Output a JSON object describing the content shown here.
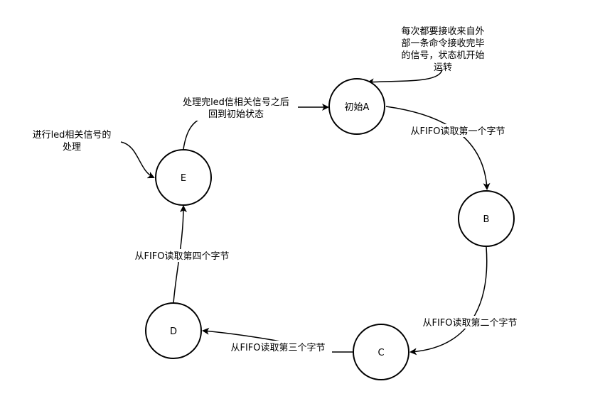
{
  "diagram": {
    "nodes": {
      "a": {
        "label": "初始A"
      },
      "b": {
        "label": "B"
      },
      "c": {
        "label": "C"
      },
      "d": {
        "label": "D"
      },
      "e": {
        "label": "E"
      }
    },
    "edges": {
      "a_to_b": {
        "label": "从FIFO读取第一个字节"
      },
      "b_to_c": {
        "label": "从FIFO读取第二个字节"
      },
      "c_to_d": {
        "label": "从FIFO读取第三个字节"
      },
      "d_to_e": {
        "label": "从FIFO读取第四个字节"
      },
      "e_to_a": {
        "label_lines": [
          "处理完led信相关信号之后",
          "回到初始状态"
        ]
      }
    },
    "annotations": {
      "external_input": {
        "lines": [
          "每次都要接收来自外",
          "部一条命令接收完毕",
          "的信号，状态机开始",
          "运转"
        ]
      },
      "led_processing": {
        "lines": [
          "进行led相关信号的",
          "处理"
        ]
      }
    }
  }
}
